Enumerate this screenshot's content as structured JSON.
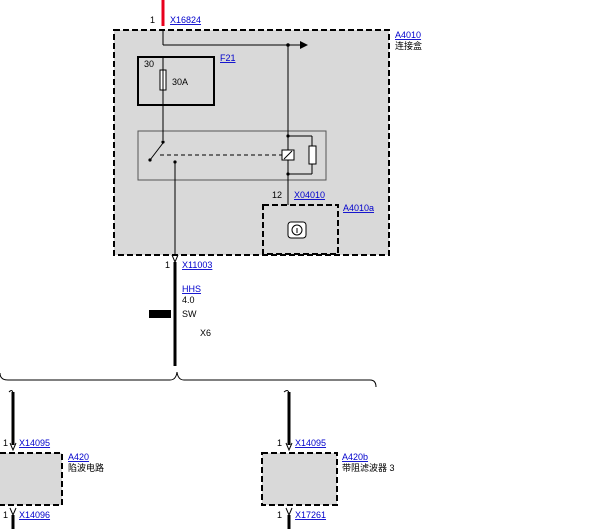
{
  "connectors": {
    "top": {
      "pin": "1",
      "id": "X16824"
    },
    "bottom": {
      "pin": "1",
      "id": "X11003"
    },
    "relay_pin": {
      "pin": "12",
      "id": "X04010"
    },
    "left_top": {
      "pin": "1",
      "id": "X14095"
    },
    "left_bottom": {
      "pin": "1",
      "id": "X14096"
    },
    "right_top": {
      "pin": "1",
      "id": "X14095"
    },
    "right_bottom": {
      "pin": "1",
      "id": "X17261"
    }
  },
  "components": {
    "junction_box": {
      "id": "A4010",
      "name": "连接盒"
    },
    "fuse": {
      "id": "F21",
      "terminal": "30",
      "rating": "30A"
    },
    "sub_module": {
      "id": "A4010a"
    },
    "left_module": {
      "id": "A420",
      "name": "陷波电路"
    },
    "right_module": {
      "id": "A420b",
      "name": "带阻滤波器 3"
    }
  },
  "wire": {
    "code": "HHS",
    "gauge": "4.0",
    "color": "SW",
    "splice": "X6"
  },
  "colors": {
    "power_wire": "#e8001c",
    "box_fill": "#d9d9d9",
    "link": "#0000cc"
  }
}
